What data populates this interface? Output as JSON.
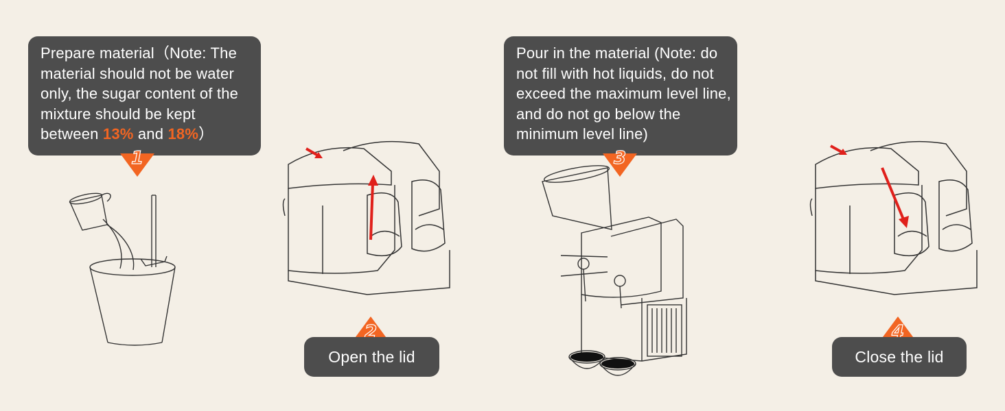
{
  "steps": [
    {
      "number": "1",
      "text_before": "Prepare material（Note: The material should not be water only, the sugar content of the mixture should be kept between ",
      "value_low": "13%",
      "text_mid": " and ",
      "value_high": "18%",
      "text_after": "）"
    },
    {
      "number": "2",
      "label": "Open the lid"
    },
    {
      "number": "3",
      "text": "Pour in the material (Note: do not fill with hot liquids, do not exceed the maximum level line, and do not go below the minimum level line)"
    },
    {
      "number": "4",
      "label": "Close the lid"
    }
  ],
  "colors": {
    "background": "#f4efe6",
    "bubble": "#4d4d4d",
    "accent": "#f26522",
    "arrow": "#e0201b"
  }
}
